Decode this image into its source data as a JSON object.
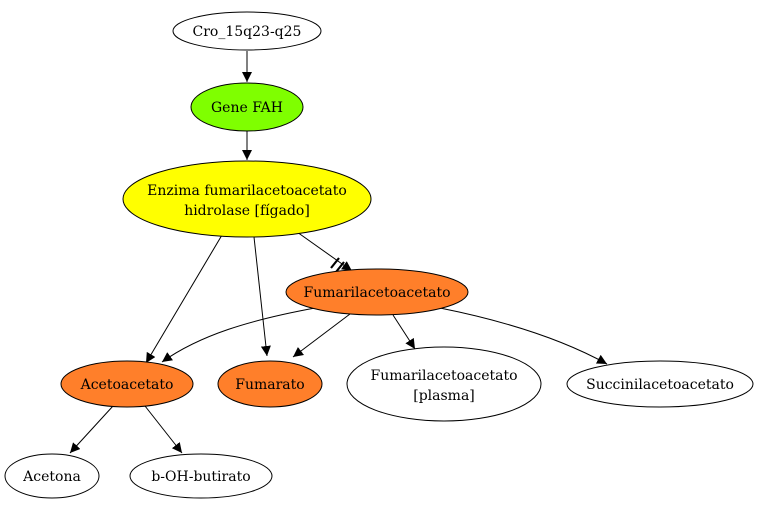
{
  "colors": {
    "green": "#7fff00",
    "yellow": "#ffff00",
    "orange": "#ff7f2a",
    "white": "#ffffff",
    "stroke": "#000000"
  },
  "nodes": {
    "cro": {
      "label": "Cro_15q23-q25",
      "fill": "white"
    },
    "gene": {
      "label": "Gene FAH",
      "fill": "green"
    },
    "enzyme": {
      "line1": "Enzima fumarilacetoacetato",
      "line2": "hidrolase [fígado]",
      "fill": "yellow"
    },
    "fumaril": {
      "label": "Fumarilacetoacetato",
      "fill": "orange"
    },
    "acetoacetato": {
      "label": "Acetoacetato",
      "fill": "orange"
    },
    "fumarato": {
      "label": "Fumarato",
      "fill": "orange"
    },
    "fumaril_plasma": {
      "line1": "Fumarilacetoacetato",
      "line2": "[plasma]",
      "fill": "white"
    },
    "succinil": {
      "label": "Succinilacetoacetato",
      "fill": "white"
    },
    "acetona": {
      "label": "Acetona",
      "fill": "white"
    },
    "butirato": {
      "label": "b-OH-butirato",
      "fill": "white"
    }
  },
  "edges": [
    {
      "from": "cro",
      "to": "gene"
    },
    {
      "from": "gene",
      "to": "enzyme"
    },
    {
      "from": "enzyme",
      "to": "acetoacetato"
    },
    {
      "from": "enzyme",
      "to": "fumarato"
    },
    {
      "from": "enzyme",
      "to": "fumaril",
      "blocked": true
    },
    {
      "from": "fumaril",
      "to": "acetoacetato"
    },
    {
      "from": "fumaril",
      "to": "fumarato"
    },
    {
      "from": "fumaril",
      "to": "fumaril_plasma"
    },
    {
      "from": "fumaril",
      "to": "succinil"
    },
    {
      "from": "acetoacetato",
      "to": "acetona"
    },
    {
      "from": "acetoacetato",
      "to": "butirato"
    }
  ]
}
